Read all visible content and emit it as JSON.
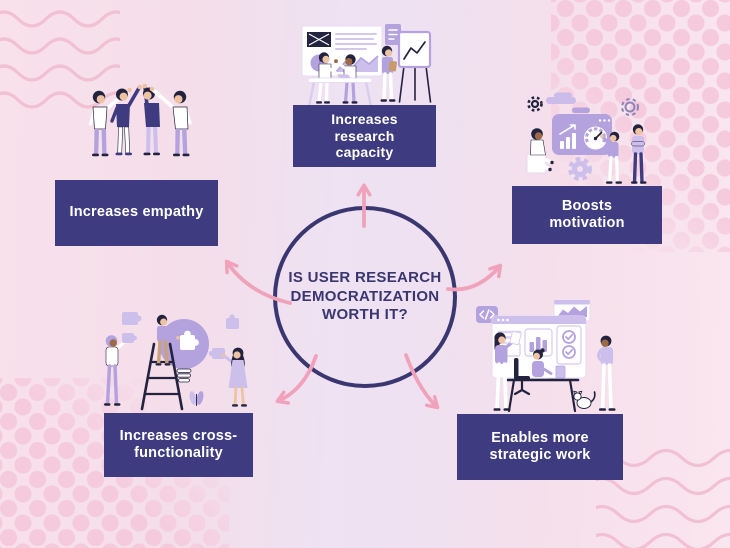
{
  "title": "Is user research democratization worth it? infographic",
  "center": {
    "lines": [
      "IS USER RESEARCH",
      "DEMOCRATIZATION",
      "WORTH IT?"
    ]
  },
  "boxes": {
    "empathy": {
      "lines": [
        "Increases empathy"
      ],
      "illustration": "team-high-five"
    },
    "research": {
      "lines": [
        "Increases",
        "research",
        "capacity"
      ],
      "illustration": "team-analyzing-charts"
    },
    "motivation": {
      "lines": [
        "Boosts",
        "motivation"
      ],
      "illustration": "team-dashboard-gears"
    },
    "crossfunc": {
      "lines": [
        "Increases cross-",
        "functionality"
      ],
      "illustration": "team-puzzle-lightbulb"
    },
    "strategic": {
      "lines": [
        "Enables more",
        "strategic work"
      ],
      "illustration": "team-strategy-desk"
    }
  },
  "colors": {
    "navy": "#3f3b80",
    "navy-deep": "#3a366f",
    "arrow-pink": "#f0a2ba",
    "wave-pink": "#f2c0d3",
    "dot-pink": "#f5cadc",
    "lavender": "#b4a2df",
    "lavender-light": "#cdbfec",
    "ink": "#23233f",
    "skin": "#eec3a3",
    "skin-dark": "#9c6a45",
    "label-text": "#ffffff"
  }
}
